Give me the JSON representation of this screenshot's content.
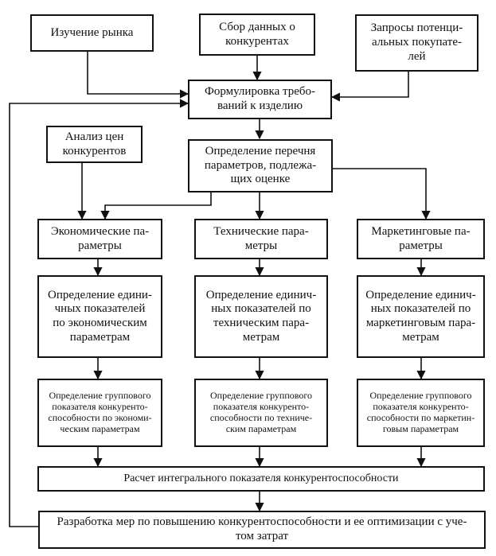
{
  "nodes": {
    "market_study": "Изучение рынка",
    "competitor_data": "Сбор данных о\nконкурентах",
    "buyer_requests": "Запросы потенци-\nальных покупате-\nлей",
    "requirements": "Формулировка требо-\nваний к изделию",
    "price_analysis": "Анализ цен\nконкурентов",
    "param_list": "Определение перечня\nпараметров, подлежа-\nщих оценке",
    "econ_params": "Экономические па-\nраметры",
    "tech_params": "Технические пара-\nметры",
    "mkt_params": "Маркетинговые па-\nраметры",
    "econ_unit": "Определение едини-\nчных показателей\nпо экономическим\nпараметрам",
    "tech_unit": "Определение единич-\nных показателей по\nтехническим пара-\nметрам",
    "mkt_unit": "Определение единич-\nных показателей по\nмаркетинговым пара-\nметрам",
    "econ_group": "Определение группового\nпоказателя конкуренто-\nспособности по экономи-\nческим параметрам",
    "tech_group": "Определение группового\nпоказателя конкуренто-\nспособности по техниче-\nским параметрам",
    "mkt_group": "Определение группового\nпоказателя конкуренто-\nспособности по маркетин-\nговым параметрам",
    "integral": "Расчет интегрального показателя конкурентоспособности",
    "measures": "Разработка мер по повышению конкурентоспособности и ее оптимизации с уче-\nтом затрат"
  }
}
